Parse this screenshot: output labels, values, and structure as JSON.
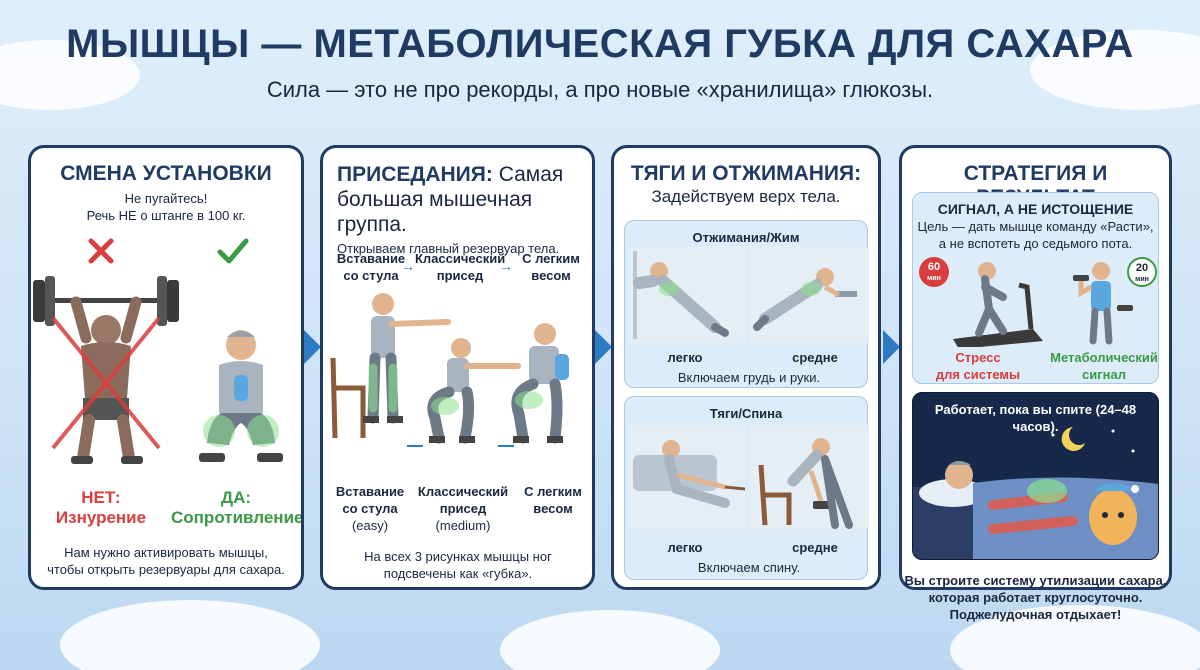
{
  "header": {
    "title": "МЫШЦЫ — МЕТАБОЛИЧЕСКАЯ ГУБКА ДЛЯ САХАРА",
    "subtitle": "Сила — это не про рекорды, а про новые «хранилища» глюкозы."
  },
  "panel1": {
    "title": "СМЕНА УСТАНОВКИ",
    "line1": "Не пугайтесь!",
    "line2": "Речь НЕ о штанге в 100 кг.",
    "no_label": "НЕТ:",
    "no_text": "Изнурение",
    "yes_label": "ДА:",
    "yes_text": "Сопротивление",
    "footer1": "Нам нужно активировать мышцы,",
    "footer2": "чтобы открыть резервуары для сахара."
  },
  "panel2": {
    "title_bold": "ПРИСЕДАНИЯ:",
    "title_rest1": "Самая",
    "title_rest2": "большая мышечная группа.",
    "sub": "Открываем главный резервуар тела.",
    "steps": [
      {
        "top1": "Вставание",
        "top2": "со стула",
        "bot1": "Вставание",
        "bot2": "со стула",
        "level": "(easy)"
      },
      {
        "top1": "Классический",
        "top2": "присед",
        "bot1": "Классический",
        "bot2": "присед",
        "level": "(medium)"
      },
      {
        "top1": "С легким",
        "top2": "весом",
        "bot1": "С легким",
        "bot2": "весом",
        "level": ""
      }
    ],
    "footer1": "На всех 3 рисунках мышцы ног",
    "footer2": "подсвечены как «губка»."
  },
  "panel3": {
    "title": "ТЯГИ И ОТЖИМАНИЯ:",
    "subtitle": "Задействуем верх тела.",
    "box1": {
      "heading": "Отжимания/Жим",
      "easy": "легко",
      "medium": "средне",
      "caption": "Включаем грудь и руки."
    },
    "box2": {
      "heading": "Тяги/Спина",
      "easy": "легко",
      "medium": "средне",
      "caption": "Включаем спину."
    }
  },
  "panel4": {
    "title": "СТРАТЕГИЯ И РЕЗУЛЬТАТ",
    "box1": {
      "heading": "СИГНАЛ, А НЕ ИСТОЩЕНИЕ",
      "text1": "Цель — дать мышце команду «Расти»,",
      "text2": "а не вспотеть до седьмого пота.",
      "timer_left": "60",
      "timer_right": "20",
      "timer_unit": "мин",
      "left1": "Стресс",
      "left2": "для системы",
      "right1": "Метаболический",
      "right2": "сигнал"
    },
    "box2": {
      "heading": "Работает, пока вы спите (24–48 часов)."
    },
    "footer1": "Вы строите систему утилизации сахара,",
    "footer2": "которая работает круглосуточно.",
    "footer3": "Поджелудочная отдыхает!"
  },
  "colors": {
    "navy": "#1f3b63",
    "red": "#d93d3d",
    "green": "#3a9a45",
    "accent": "#2d7bc4"
  },
  "icons": [
    "cross-icon",
    "check-icon",
    "arrow-right-icon",
    "moon-icon",
    "timer-icon"
  ]
}
